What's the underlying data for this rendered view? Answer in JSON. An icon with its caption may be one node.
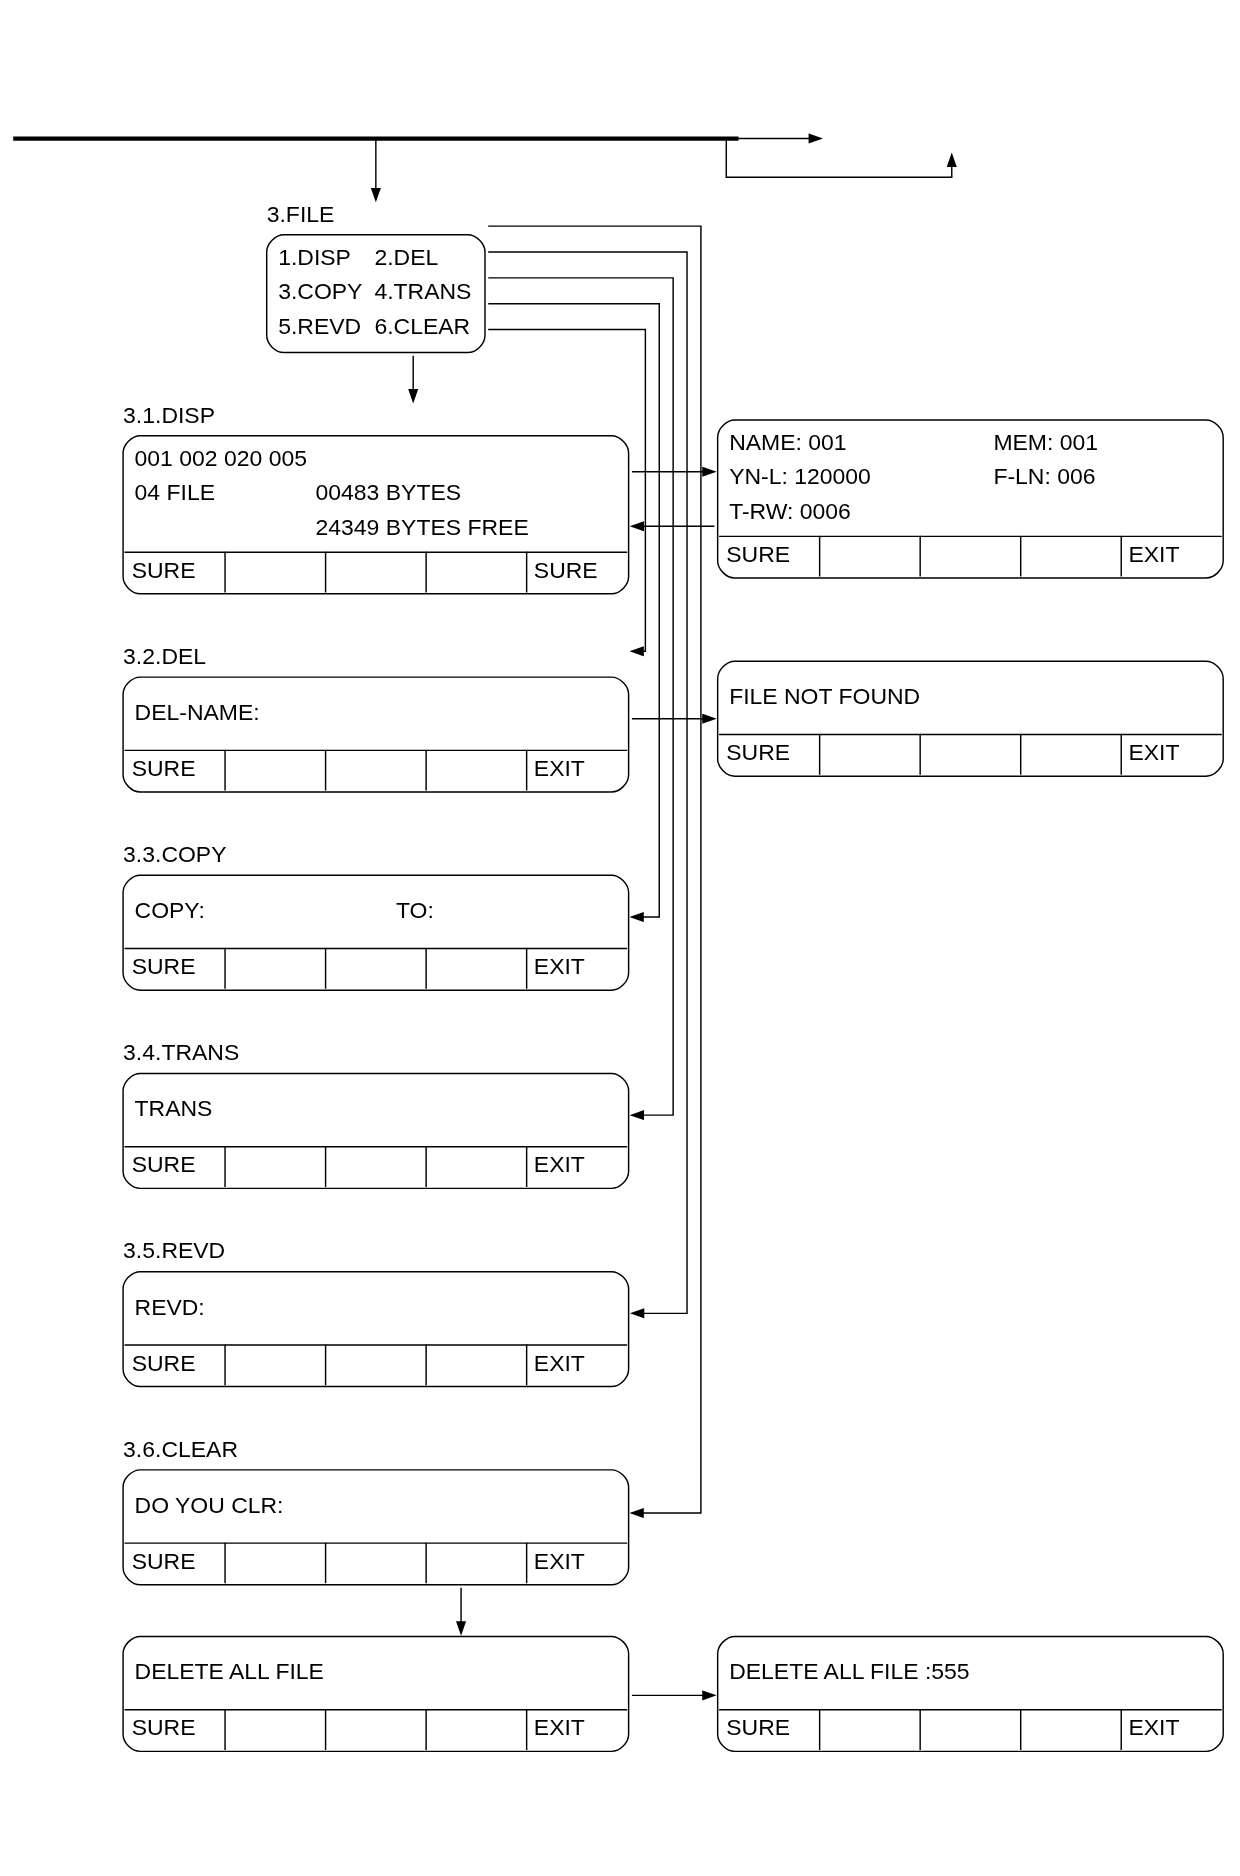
{
  "diagram": {
    "nodes": [
      {
        "text": [],
        "shape": "bar"
      },
      {
        "text": [
          "3.FILE",
          "1.DISP",
          "2.DEL",
          "3.COPY",
          "4.TRANS",
          "5.REVD",
          "6.CLEAR"
        ]
      },
      {
        "text": [
          "3.1.DISP",
          "001 002 020 005",
          "04 FILE",
          "00483 BYTES",
          "24349 BYTES FREE",
          "SURE",
          "SURE"
        ]
      },
      {
        "text": [
          "NAME: 001",
          "MEM: 001",
          "YN-L: 120000",
          "F-LN: 006",
          "T-RW: 0006",
          "SURE",
          "EXIT"
        ]
      },
      {
        "text": [
          "3.2.DEL",
          "DEL-NAME:",
          "SURE",
          "EXIT"
        ]
      },
      {
        "text": [
          "FILE NOT FOUND",
          "SURE",
          "EXIT"
        ]
      },
      {
        "text": [
          "3.3.COPY",
          "COPY:",
          "TO:",
          "SURE",
          "EXIT"
        ]
      },
      {
        "text": [
          "3.4.TRANS",
          "TRANS",
          "SURE",
          "EXIT"
        ]
      },
      {
        "text": [
          "3.5.REVD",
          "REVD:",
          "SURE",
          "EXIT"
        ]
      },
      {
        "text": [
          "3.6.CLEAR",
          "DO YOU CLR:",
          "SURE",
          "EXIT"
        ]
      },
      {
        "text": [
          "DELETE ALL FILE",
          "SURE",
          "EXIT"
        ]
      },
      {
        "text": [
          "DELETE ALL FILE :555",
          "SURE",
          "EXIT"
        ]
      }
    ],
    "edges": [
      {
        "from": 0,
        "to": null,
        "arrow": "to"
      },
      {
        "from": 0,
        "to": null,
        "arrow": "to"
      },
      {
        "from": 0,
        "to": 1,
        "arrow": "to"
      },
      {
        "from": 1,
        "to": 2,
        "arrow": "to"
      },
      {
        "from": 3,
        "to": 2,
        "arrow": "to"
      },
      {
        "from": 2,
        "to": 3,
        "arrow": "to"
      },
      {
        "from": 1,
        "to": 4,
        "arrow": "to"
      },
      {
        "from": 4,
        "to": 5,
        "arrow": "to"
      },
      {
        "from": 1,
        "to": 6,
        "arrow": "to"
      },
      {
        "from": 1,
        "to": 7,
        "arrow": "to"
      },
      {
        "from": 1,
        "to": 8,
        "arrow": "to"
      },
      {
        "from": 1,
        "to": 9,
        "arrow": "to"
      },
      {
        "from": 9,
        "to": 10,
        "arrow": "to"
      },
      {
        "from": 10,
        "to": 11,
        "arrow": "to"
      }
    ]
  }
}
